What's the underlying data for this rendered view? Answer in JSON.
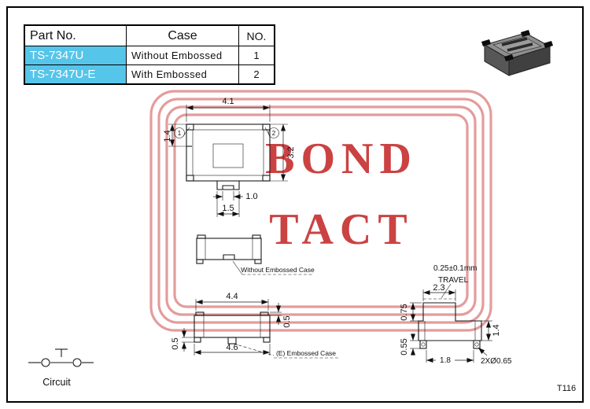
{
  "page": {
    "doc_number": "T116"
  },
  "table": {
    "headers": {
      "part": "Part No.",
      "case": "Case",
      "no": "NO."
    },
    "rows": [
      {
        "part": "TS-7347U",
        "case": "Without Embossed",
        "no": "1"
      },
      {
        "part": "TS-7347U-E",
        "case": "With Embossed",
        "no": "2"
      }
    ],
    "highlight_color": "#55c5ea"
  },
  "watermark": {
    "line1": "BOND",
    "line2": "TACT",
    "text_color": "#c32222",
    "frame_color": "#dd8383"
  },
  "top_view": {
    "callout_1": "1",
    "callout_2": "2",
    "dim_width": "4.1",
    "dim_edge_left": "1.4",
    "dim_height": "3.2",
    "dim_notch": "1.0",
    "dim_stem": "1.5"
  },
  "side_view": {
    "label": "Without Embossed Case"
  },
  "embossed_view": {
    "dim_top_width": "4.4",
    "dim_tab_height": "0.5",
    "dim_bottom_width": "4.6",
    "dim_leg_height": "0.5",
    "label": "(E) Embossed Case"
  },
  "front_view": {
    "travel_value": "0.25±0.1mm",
    "travel_label": "TRAVEL",
    "dim_stem_width": "2.3",
    "dim_stem_height": "0.75",
    "dim_body_height": "1.4",
    "dim_leg_height": "0.55",
    "dim_leg_span": "1.8",
    "dim_terminal_holes": "2XØ0.65"
  },
  "circuit": {
    "label": "Circuit"
  }
}
